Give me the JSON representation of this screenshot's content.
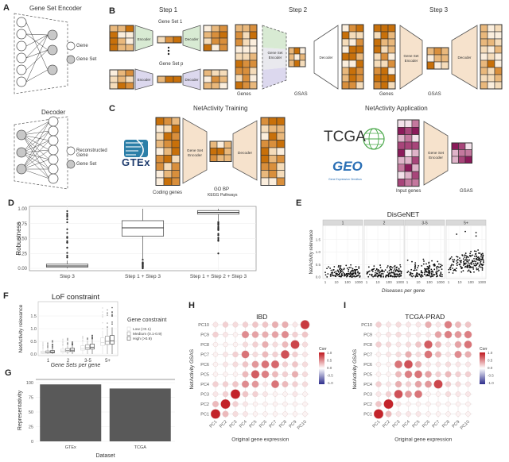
{
  "panels": {
    "A": {
      "letter": "A",
      "encoder_title": "Gene Set Encoder",
      "decoder_title": "Decoder",
      "encoder_legend": [
        "Gene",
        "Gene Set"
      ],
      "decoder_legend": [
        "Reconstructed Gene",
        "Gene Set"
      ]
    },
    "B": {
      "letter": "B",
      "step1": "Step 1",
      "step2": "Step 2",
      "step3": "Step 3",
      "gene_set_1": "Gene Set 1",
      "gene_set_p": "Gene Set p",
      "encoder": "Encoder",
      "decoder": "Decoder",
      "gene_set_encoder": "Gene Set Encoder",
      "genes": "Genes",
      "gsas": "GSAS"
    },
    "C": {
      "letter": "C",
      "training_title": "NetActivity Training",
      "application_title": "NetActivity Application",
      "gtex": "GTEx",
      "tcga": "TCGA",
      "geo": "GEO",
      "geo_sub": "Gene Expression Omnibus",
      "coding_genes": "Coding genes",
      "go_bp": "GO BP",
      "kegg": "KEGG Pathways",
      "gene_set_encoder": "Gene Set Encoder",
      "decoder": "Decoder",
      "input_genes": "Input genes",
      "gsas": "GSAS"
    }
  },
  "chart_data": [
    {
      "id": "D",
      "letter": "D",
      "type": "box",
      "ylabel": "Robustness",
      "xlabel": "",
      "ylim": [
        0,
        1
      ],
      "yticks": [
        "0.00",
        "0.25",
        "0.50",
        "0.75",
        "1.00"
      ],
      "categories": [
        "Step 3",
        "Step 1 + Step 3",
        "Step 1 + Step 2 + Step 3"
      ],
      "boxes": [
        {
          "q1": 0.02,
          "median": 0.04,
          "q3": 0.07,
          "whisker_low": 0.0,
          "whisker_high": 0.13,
          "outliers_range": [
            0.14,
            0.98
          ]
        },
        {
          "q1": 0.54,
          "median": 0.68,
          "q3": 0.8,
          "whisker_low": 0.16,
          "whisker_high": 1.0,
          "outliers_range": [
            0.0,
            0.15
          ]
        },
        {
          "q1": 0.91,
          "median": 0.94,
          "q3": 0.97,
          "whisker_low": 0.8,
          "whisker_high": 1.0,
          "outliers_range": [
            0.46,
            0.78
          ],
          "extra_outlier": 0.25
        }
      ]
    },
    {
      "id": "E",
      "letter": "E",
      "type": "scatter",
      "title": "DisGeNET",
      "xlabel": "Diseases per gene",
      "ylabel": "NetActivity relevance",
      "facets": [
        "1",
        "2",
        "3-5",
        "5+"
      ],
      "xticks": [
        "1",
        "10",
        "100",
        "1000"
      ],
      "yticks": [
        "0.0",
        "0.5",
        "1.0",
        "1.5"
      ],
      "ylim": [
        0,
        2.0
      ],
      "facet_ranges": [
        {
          "facet": "1",
          "y_max": 0.5,
          "y_center": 0.12
        },
        {
          "facet": "2",
          "y_max": 0.5,
          "y_center": 0.15
        },
        {
          "facet": "3-5",
          "y_max": 0.72,
          "y_center": 0.25
        },
        {
          "facet": "5+",
          "y_max": 1.95,
          "y_center": 0.5
        }
      ]
    },
    {
      "id": "F",
      "letter": "F",
      "type": "box",
      "title": "LoF constraint",
      "xlabel": "Gene Sets per gene",
      "ylabel": "NetActivity relevance",
      "yticks": [
        "0.0",
        "0.5",
        "1.0",
        "1.5"
      ],
      "ylim": [
        0,
        2.0
      ],
      "categories": [
        "1",
        "2",
        "3-5",
        "5+"
      ],
      "legend_title": "Gene constraint",
      "series": [
        {
          "name": "Low (<0.1)",
          "medians": [
            0.06,
            0.12,
            0.22,
            0.45
          ]
        },
        {
          "name": "Medium (0.1-0.9)",
          "medians": [
            0.07,
            0.14,
            0.25,
            0.5
          ]
        },
        {
          "name": "High (>0.9)",
          "medians": [
            0.08,
            0.15,
            0.27,
            0.52
          ]
        }
      ]
    },
    {
      "id": "G",
      "letter": "G",
      "type": "bar",
      "xlabel": "Dataset",
      "ylabel": "Representativity",
      "yticks": [
        "0",
        "25",
        "50",
        "75",
        "100"
      ],
      "ylim": [
        0,
        100
      ],
      "categories": [
        "GTEx",
        "TCGA"
      ],
      "values": [
        97,
        90
      ]
    },
    {
      "id": "H",
      "letter": "H",
      "type": "heatmap",
      "title": "IBD",
      "xlabel": "Original gene expression",
      "ylabel": "NetActivity GSAS",
      "legend_title": "Corr",
      "legend_ticks": [
        "1.0",
        "0.5",
        "0.0",
        "-0.5",
        "-1.0"
      ],
      "labels": [
        "PC1",
        "PC2",
        "PC3",
        "PC4",
        "PC5",
        "PC6",
        "PC7",
        "PC8",
        "PC9",
        "PC10"
      ],
      "matrix": [
        [
          0.95,
          0.3,
          0.15,
          0.1,
          0.05,
          0.05,
          0.05,
          0.05,
          0.05,
          0.05
        ],
        [
          0.3,
          0.95,
          0.2,
          0.1,
          0.05,
          0.05,
          0.05,
          0.05,
          0.05,
          0.05
        ],
        [
          0.1,
          0.2,
          0.95,
          0.25,
          0.2,
          0.1,
          0.05,
          0.05,
          0.1,
          0.05
        ],
        [
          0.2,
          0.2,
          0.25,
          0.5,
          0.45,
          0.1,
          0.6,
          0.3,
          0.2,
          0.15
        ],
        [
          0.05,
          0.05,
          0.05,
          0.3,
          0.7,
          0.55,
          0.3,
          0.2,
          0.35,
          0.15
        ],
        [
          0.05,
          0.1,
          0.15,
          0.25,
          0.45,
          0.6,
          0.65,
          0.2,
          0.25,
          0.15
        ],
        [
          0.05,
          0.1,
          0.2,
          0.6,
          0.15,
          0.3,
          0.2,
          0.75,
          0.2,
          0.1
        ],
        [
          0.05,
          0.05,
          0.05,
          0.15,
          0.2,
          0.35,
          0.15,
          0.3,
          0.8,
          0.15
        ],
        [
          0.2,
          0.1,
          0.05,
          0.5,
          0.4,
          0.35,
          0.4,
          0.5,
          0.2,
          0.25
        ],
        [
          0.1,
          0.2,
          0.15,
          0.2,
          0.25,
          0.25,
          0.35,
          0.35,
          0.1,
          0.85
        ]
      ]
    },
    {
      "id": "I",
      "letter": "I",
      "type": "heatmap",
      "title": "TCGA-PRAD",
      "xlabel": "Original gene expression",
      "ylabel": "NetActivity GSAS",
      "legend_title": "Corr",
      "legend_ticks": [
        "1.0",
        "0.5",
        "0.0",
        "-0.5",
        "-1.0"
      ],
      "labels": [
        "PC1",
        "PC2",
        "PC3",
        "PC4",
        "PC5",
        "PC6",
        "PC7",
        "PC8",
        "PC9",
        "PC10"
      ],
      "matrix": [
        [
          0.95,
          0.3,
          0.1,
          0.1,
          0.1,
          0.05,
          0.05,
          0.05,
          0.05,
          0.05
        ],
        [
          0.25,
          0.95,
          0.1,
          0.05,
          0.05,
          0.05,
          0.05,
          0.05,
          0.05,
          0.05
        ],
        [
          0.1,
          0.2,
          0.75,
          0.45,
          0.6,
          0.05,
          0.05,
          0.15,
          0.1,
          0.1
        ],
        [
          0.2,
          0.1,
          0.35,
          0.2,
          0.4,
          0.45,
          0.8,
          0.2,
          0.15,
          0.1
        ],
        [
          0.05,
          0.05,
          0.3,
          0.55,
          0.6,
          0.4,
          0.2,
          0.3,
          0.2,
          0.2
        ],
        [
          0.05,
          0.05,
          0.6,
          0.75,
          0.35,
          0.1,
          0.1,
          0.15,
          0.1,
          0.1
        ],
        [
          0.05,
          0.1,
          0.15,
          0.35,
          0.15,
          0.6,
          0.3,
          0.1,
          0.5,
          0.35
        ],
        [
          0.2,
          0.15,
          0.1,
          0.15,
          0.25,
          0.7,
          0.3,
          0.1,
          0.4,
          0.6
        ],
        [
          0.05,
          0.1,
          0.15,
          0.1,
          0.1,
          0.1,
          0.4,
          0.55,
          0.45,
          0.55
        ],
        [
          0.2,
          0.1,
          0.15,
          0.1,
          0.1,
          0.35,
          0.1,
          0.55,
          0.3,
          0.25
        ]
      ]
    }
  ]
}
